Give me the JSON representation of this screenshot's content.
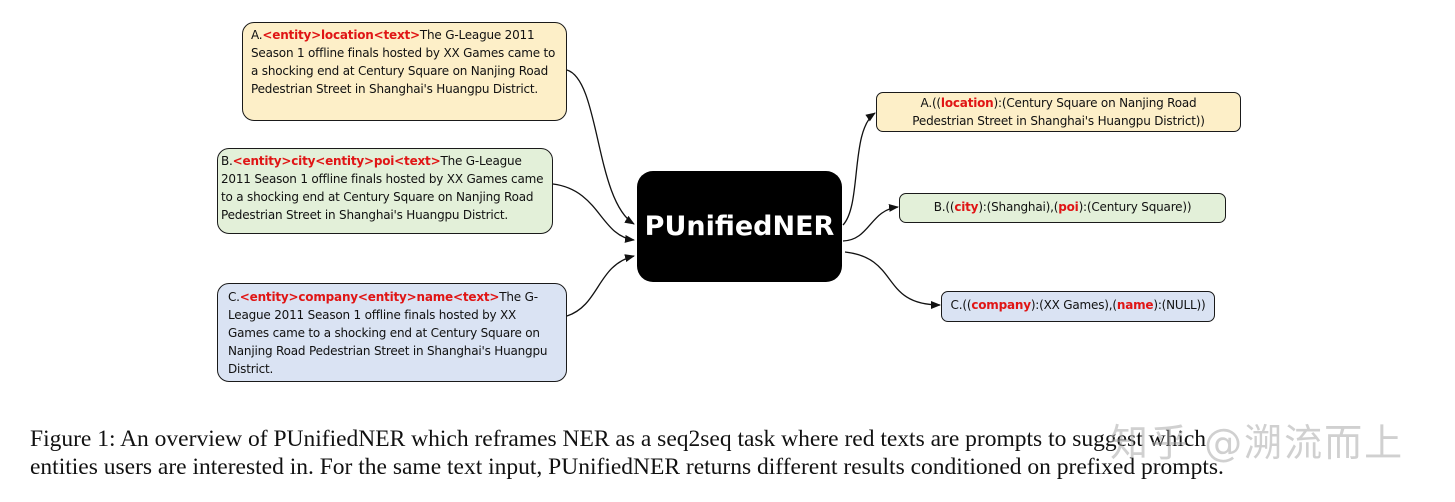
{
  "inputs": {
    "a": {
      "prefix": "A.",
      "prompt": "<entity>location<text>",
      "text": "The G-League 2011 Season 1 offline finals hosted by XX Games came to a shocking end at Century Square on Nanjing Road Pedestrian Street in Shanghai's Huangpu District."
    },
    "b": {
      "prefix": "B.",
      "prompt": "<entity>city<entity>poi<text>",
      "text": "The G-League 2011 Season 1 offline finals hosted by XX Games came to a shocking end at Century Square on Nanjing Road Pedestrian Street in Shanghai's Huangpu District."
    },
    "c": {
      "prefix": "C.",
      "prompt": "<entity>company<entity>name<text>",
      "text": "The G-League 2011 Season 1 offline finals hosted by XX Games came to a shocking end at Century Square on Nanjing Road Pedestrian Street in Shanghai's Huangpu District."
    }
  },
  "model": {
    "name": "PUnifiedNER"
  },
  "outputs": {
    "a": {
      "open": "A.((",
      "tag1": "location",
      "rest": "):(Century Square on Nanjing Road Pedestrian Street in Shanghai's Huangpu District))"
    },
    "b": {
      "open": "B.((",
      "tag1": "city",
      "mid": "):(Shanghai),(",
      "tag2": "poi",
      "rest": "):(Century Square))"
    },
    "c": {
      "open": "C.((",
      "tag1": "company",
      "mid": "):(XX Games),(",
      "tag2": "name",
      "rest": "):(NULL))"
    }
  },
  "caption": {
    "line1": "Figure 1: An overview of PUnifiedNER which reframes NER as a seq2seq task where red texts are prompts to suggest which",
    "line2": "entities users are interested in. For the same text input, PUnifiedNER returns different results conditioned on prefixed prompts."
  },
  "watermark": "知乎 @溯流而上",
  "colors": {
    "prompt_red": "#e01515",
    "input_a_fill": "#fdefc8",
    "input_b_fill": "#e3f0d9",
    "input_c_fill": "#dae3f3",
    "output_a_fill": "#fdefc8",
    "output_b_fill": "#e3f0d9",
    "output_c_fill": "#dae3f3",
    "model_fill": "#000000"
  }
}
